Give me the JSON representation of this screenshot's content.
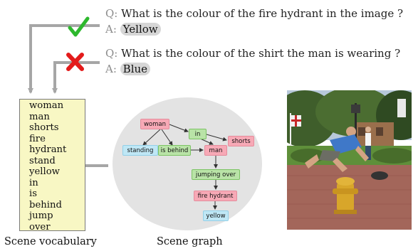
{
  "qa": [
    {
      "q_prefix": "Q:",
      "question": "What is the colour of the fire hydrant in the image ?",
      "a_prefix": "A:",
      "answer": "Yellow",
      "correct": true
    },
    {
      "q_prefix": "Q:",
      "question": "What is the colour of the shirt the man is wearing ?",
      "a_prefix": "A:",
      "answer": "Blue",
      "correct": false
    }
  ],
  "vocabulary": [
    "woman",
    "man",
    "shorts",
    "fire",
    "hydrant",
    "stand",
    "yellow",
    "in",
    "is",
    "behind",
    "jump",
    "over"
  ],
  "graph_nodes": {
    "woman": "woman",
    "in": "in",
    "shorts": "shorts",
    "standing": "standing",
    "is_behind": "is behind",
    "man": "man",
    "jumping_over": "jumping over",
    "fire_hydrant": "fire hydrant",
    "yellow": "yellow"
  },
  "captions": {
    "vocabulary": "Scene vocabulary",
    "graph": "Scene graph"
  },
  "colors": {
    "correct_mark": "#2db82d",
    "wrong_mark": "#e31b1b",
    "arrow": "#a6a6a6",
    "vocab_bg": "#f8f7c4"
  }
}
